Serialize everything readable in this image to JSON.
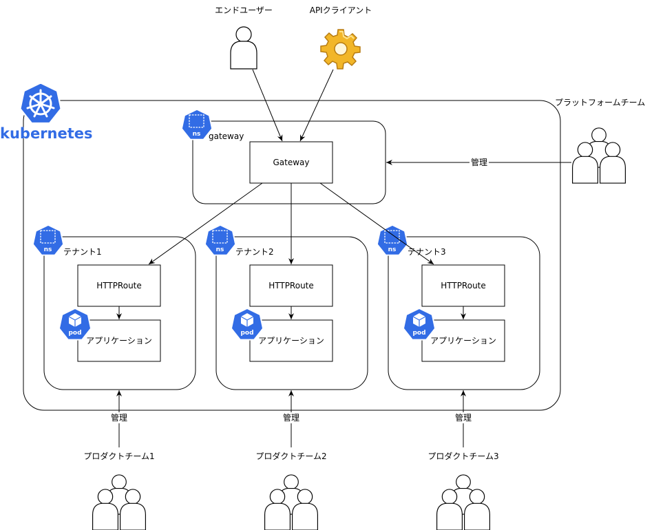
{
  "actors": {
    "end_user": "エンドユーザー",
    "api_client": "APIクライアント",
    "platform_team": "プラットフォームチーム"
  },
  "kubernetes": {
    "logo_text": "kubernetes"
  },
  "gateway_ns": {
    "badge": "ns",
    "label": "gateway",
    "gateway_box": "Gateway"
  },
  "tenants": [
    {
      "ns_badge": "ns",
      "label": "テナント1",
      "route": "HTTPRoute",
      "app": "アプリケーション",
      "pod_badge": "pod"
    },
    {
      "ns_badge": "ns",
      "label": "テナント2",
      "route": "HTTPRoute",
      "app": "アプリケーション",
      "pod_badge": "pod"
    },
    {
      "ns_badge": "ns",
      "label": "テナント3",
      "route": "HTTPRoute",
      "app": "アプリケーション",
      "pod_badge": "pod"
    }
  ],
  "manage_labels": {
    "platform": "管理",
    "team1": "管理",
    "team2": "管理",
    "team3": "管理"
  },
  "product_teams": [
    "プロダクトチーム1",
    "プロダクトチーム2",
    "プロダクトチーム3"
  ],
  "colors": {
    "k8s_blue": "#326ce5",
    "gear": "#f0b52b",
    "line": "#000000"
  },
  "icons": {
    "user": "user-icon",
    "group": "user-group-icon",
    "gear": "gear-icon",
    "ns": "namespace-icon",
    "pod": "pod-icon",
    "k8s": "kubernetes-icon"
  }
}
